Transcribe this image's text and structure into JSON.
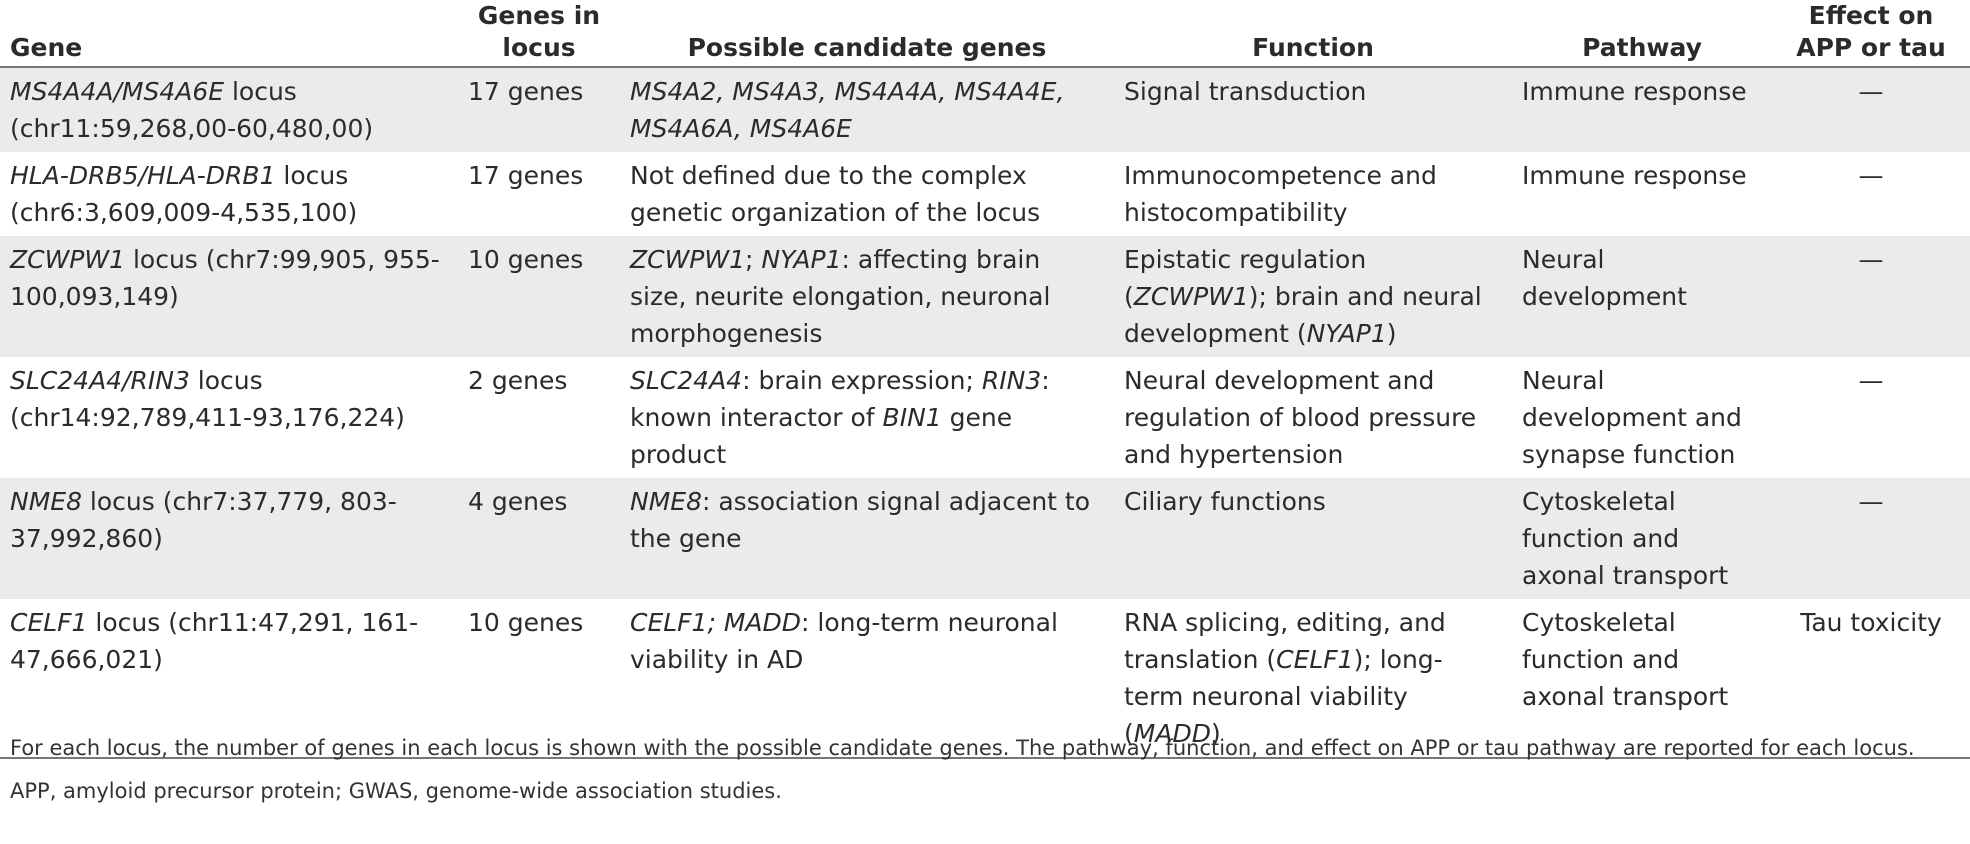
{
  "headers": {
    "gene": "Gene",
    "genes_in_locus": "Genes in locus",
    "candidates": "Possible candidate genes",
    "function": "Function",
    "pathway": "Pathway",
    "effect": "Effect on APP or tau"
  },
  "rows": [
    {
      "gene": [
        "MS4A4A/MS4A6E",
        " locus (chr11:59,268,00-60,480,00)"
      ],
      "count": "17 genes",
      "candidates": [
        "MS4A2, MS4A3, MS4A4A, MS4A4E, MS4A6A, MS4A6E"
      ],
      "function": [
        "Signal transduction"
      ],
      "pathway": "Immune response",
      "effect": "—"
    },
    {
      "gene": [
        "HLA-DRB5/HLA-DRB1",
        " locus (chr6:3,609,009-4,535,100)"
      ],
      "count": "17 genes",
      "candidates": [
        "Not defined due to the complex genetic organization of the locus"
      ],
      "function": [
        "Immunocompetence and histocompatibility"
      ],
      "pathway": "Immune response",
      "effect": "—"
    },
    {
      "gene": [
        "ZCWPW1",
        " locus (chr7:99,905, 955-100,093,149)"
      ],
      "count": "10 genes",
      "candidates": [
        "ZCWPW1",
        "; ",
        "NYAP1",
        ": affecting brain size, neurite elongation, neuronal morphogenesis"
      ],
      "function": [
        "Epistatic regulation (",
        "ZCWPW1",
        "); brain and neural development (",
        "NYAP1",
        ")"
      ],
      "pathway": "Neural development",
      "effect": "—"
    },
    {
      "gene": [
        "SLC24A4/RIN3",
        " locus (chr14:92,789,411-93,176,224)"
      ],
      "count": "2 genes",
      "candidates": [
        "SLC24A4",
        ": brain expression; ",
        "RIN3",
        ": known interactor of ",
        "BIN1",
        " gene product"
      ],
      "function": [
        "Neural development and regulation of blood pressure and hypertension"
      ],
      "pathway": "Neural development and synapse function",
      "effect": "—"
    },
    {
      "gene": [
        "NME8",
        " locus (chr7:37,779, 803-37,992,860)"
      ],
      "count": "4 genes",
      "candidates": [
        "NME8",
        ": association signal adjacent to the gene"
      ],
      "function": [
        "Ciliary functions"
      ],
      "pathway": "Cytoskeletal function and axonal transport",
      "effect": "—"
    },
    {
      "gene": [
        "CELF1",
        " locus (chr11:47,291, 161-47,666,021)"
      ],
      "count": "10 genes",
      "candidates": [
        "CELF1; MADD",
        ": long-term neuronal viability in AD"
      ],
      "function": [
        "RNA splicing, editing, and translation (",
        "CELF1",
        "); long-term neuronal viability (",
        "MADD",
        ")"
      ],
      "pathway": "Cytoskeletal function and axonal transport",
      "effect": "Tau toxicity"
    }
  ],
  "footnote_main": "For each locus, the number of genes in each locus is shown with the possible candidate genes. The pathway, function, and effect on APP or tau pathway are reported for each locus.",
  "footnote_abbrev": "APP, amyloid precursor protein; GWAS, genome-wide association studies."
}
